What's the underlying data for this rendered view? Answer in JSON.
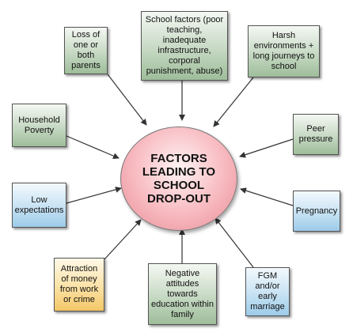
{
  "center": {
    "text": "FACTORS LEADING TO SCHOOL DROP-OUT"
  },
  "factors": {
    "school_factors": "School factors (poor teaching, inadequate infrastructure, corporal punishment, abuse)",
    "loss_of_parents": "Loss of one or both parents",
    "harsh_environments": "Harsh environments + long journeys to school",
    "household_poverty": "Household Poverty",
    "peer_pressure": "Peer pressure",
    "low_expectations": "Low expectations",
    "pregnancy": "Pregnancy",
    "attraction_money": "Attraction of money from work or crime",
    "negative_attitudes": "Negative attitudes towards education within family",
    "fgm_marriage": "FGM and/or early marriage"
  },
  "colors": {
    "green": "#b7cfb3",
    "blue": "#b7d9ef",
    "gold": "#f8d98a",
    "center": "#f3a7ae"
  }
}
